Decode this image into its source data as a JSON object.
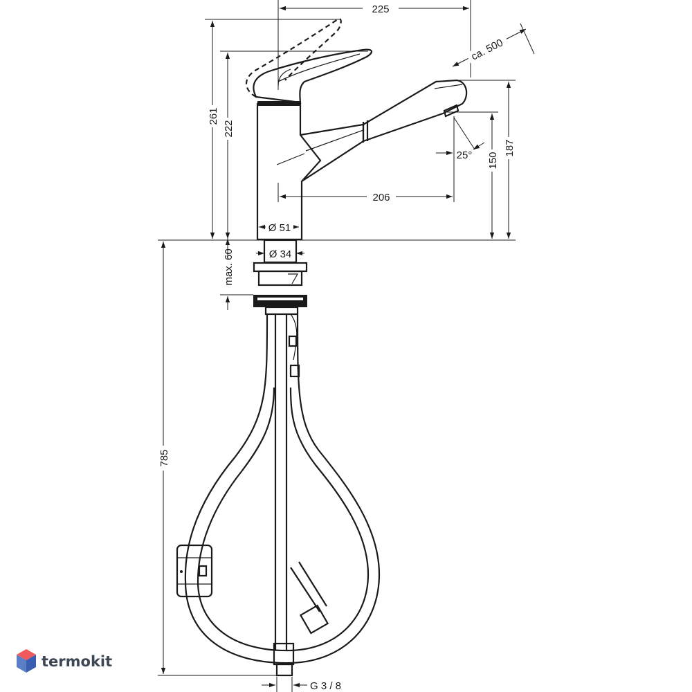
{
  "dimensions": {
    "width_top": "225",
    "hose_extension": "ca. 500",
    "height_total": "261",
    "height_spout": "222",
    "spout_reach": "206",
    "spray_angle": "25°",
    "spray_height": "150",
    "spout_height": "187",
    "body_diameter": "Ø 51",
    "shank_diameter": "Ø 34",
    "max_thickness": "max. 60",
    "hose_length": "785",
    "connection": "G 3 / 8"
  },
  "watermark": {
    "text": "termokit",
    "colors": {
      "top": "#f05a5a",
      "left": "#5b7fc7",
      "right": "#3a5fb0"
    }
  }
}
